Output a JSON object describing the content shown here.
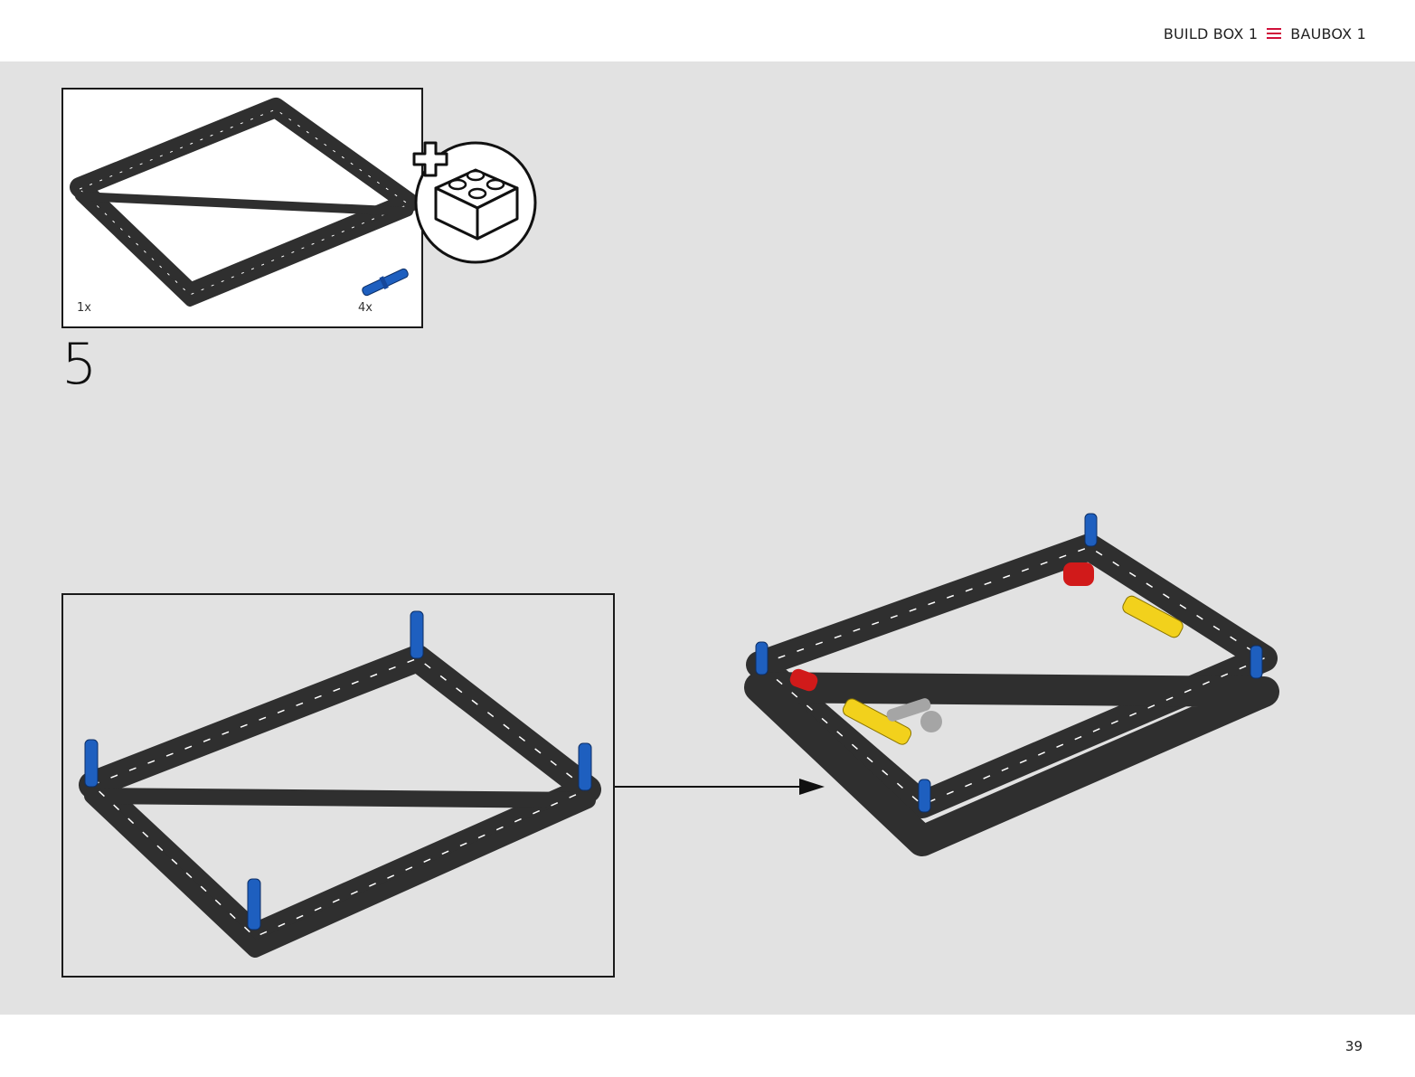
{
  "header": {
    "build_box_en": "BUILD BOX 1",
    "build_box_de": "BAUBOX 1",
    "separator_color": "#d0103a"
  },
  "parts_callout": {
    "items": [
      {
        "part": "beam-frame-icon",
        "quantity": "1x"
      },
      {
        "part": "blue-pin-icon",
        "quantity": "4x"
      }
    ],
    "plus_brick_icon": "plus-brick-icon"
  },
  "step": {
    "number": "5"
  },
  "colors": {
    "frame": "#2f2f2f",
    "pin_blue": "#1e5fbf",
    "red_part": "#d11a1a",
    "yellow_part": "#f2d11c",
    "gray_part": "#a5a5a5",
    "background": "#e2e2e2"
  },
  "footer": {
    "page_number": "39"
  }
}
